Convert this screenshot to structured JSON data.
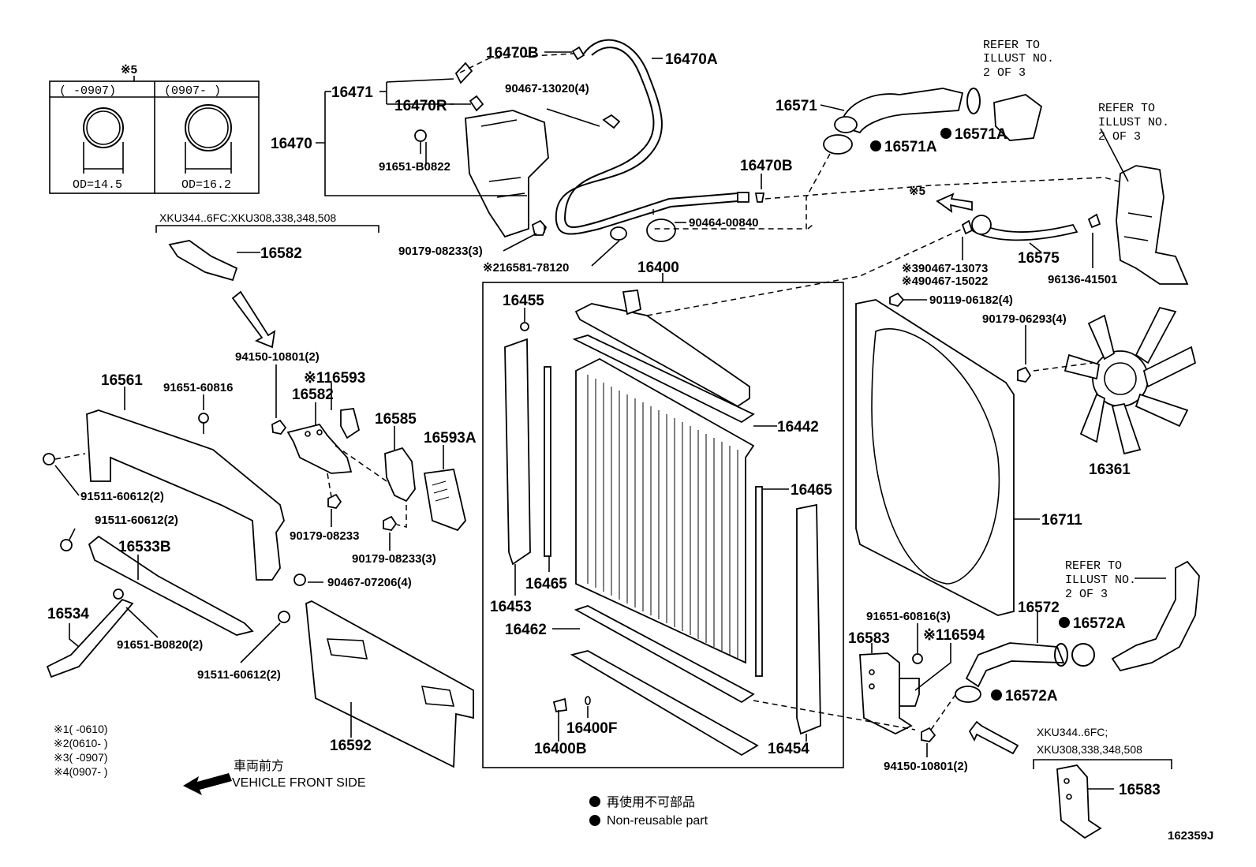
{
  "callouts": {
    "p16470B_top": "16470B",
    "p16470A": "16470A",
    "p16471": "16471",
    "p16470R": "16470R",
    "p16470": "16470",
    "p90467_13020": "90467-13020(4)",
    "p91651_B0822": "91651-B0822",
    "p16470B_mid": "16470B",
    "p90464_00840": "90464-00840",
    "p90179_08233_3_top": "90179-08233(3)",
    "p16581_78120": "※216581-78120",
    "p16400": "16400",
    "p16571": "16571",
    "p16571A_a": "16571A",
    "p16571A_b": "16571A",
    "p16575": "16575",
    "p90467_13073": "※390467-13073",
    "p90467_15022": "※490467-15022",
    "p96136_41501": "96136-41501",
    "p90119_06182": "90119-06182(4)",
    "p90179_06293": "90179-06293(4)",
    "p16361": "16361",
    "p16711": "16711",
    "p16455": "16455",
    "p16442": "16442",
    "p16465_r": "16465",
    "p16465_l": "16465",
    "p16453": "16453",
    "p16462": "16462",
    "p16400F": "16400F",
    "p16400B": "16400B",
    "p16454": "16454",
    "p16582_top": "16582",
    "p94150_top": "94150-10801(2)",
    "p16593": "※116593",
    "p16582_mid": "16582",
    "p16585": "16585",
    "p16593A": "16593A",
    "p16561": "16561",
    "p91651_60816_l": "91651-60816",
    "p91511_60612_a": "91511-60612(2)",
    "p91511_60612_b": "91511-60612(2)",
    "p16533B": "16533B",
    "p90179_08233_mid": "90179-08233",
    "p90179_08233_3_mid": "90179-08233(3)",
    "p90467_07206": "90467-07206(4)",
    "p16534": "16534",
    "p91651_B0820": "91651-B0820(2)",
    "p91511_60612_c": "91511-60612(2)",
    "p16592": "16592",
    "p91651_60816_3": "91651-60816(3)",
    "p16583_mid": "16583",
    "p16594": "※116594",
    "p16572": "16572",
    "p16572A_a": "16572A",
    "p16572A_b": "16572A",
    "p94150_bot": "94150-10801(2)",
    "p16583_bot": "16583",
    "p_sym5": "※5"
  },
  "refer_notes": {
    "top": [
      "REFER TO",
      "ILLUST NO.",
      "2 OF 3"
    ],
    "right": [
      "REFER TO",
      "ILLUST NO.",
      "2 OF 3"
    ],
    "bottom_right": [
      "REFER TO",
      "ILLUST NO.",
      "2 OF 3"
    ]
  },
  "inset": {
    "symbol": "※5",
    "col1_header": "(      -0907)",
    "col2_header": "(0907-       )",
    "col1_od": "OD=14.5",
    "col2_od": "OD=16.2"
  },
  "model_notes": {
    "left": "XKU344..6FC:XKU308,338,348,508",
    "right_line1": "XKU344..6FC;",
    "right_line2": "XKU308,338,348,508"
  },
  "footnotes": [
    "※1(      -0610)",
    "※2(0610-      )",
    "※3(      -0907)",
    "※4(0907-      )"
  ],
  "direction": {
    "jp": "車両前方",
    "en": "VEHICLE FRONT SIDE"
  },
  "legend": {
    "jp": "再使用不可部品",
    "en": "Non-reusable part"
  },
  "illustration_id": "162359J"
}
